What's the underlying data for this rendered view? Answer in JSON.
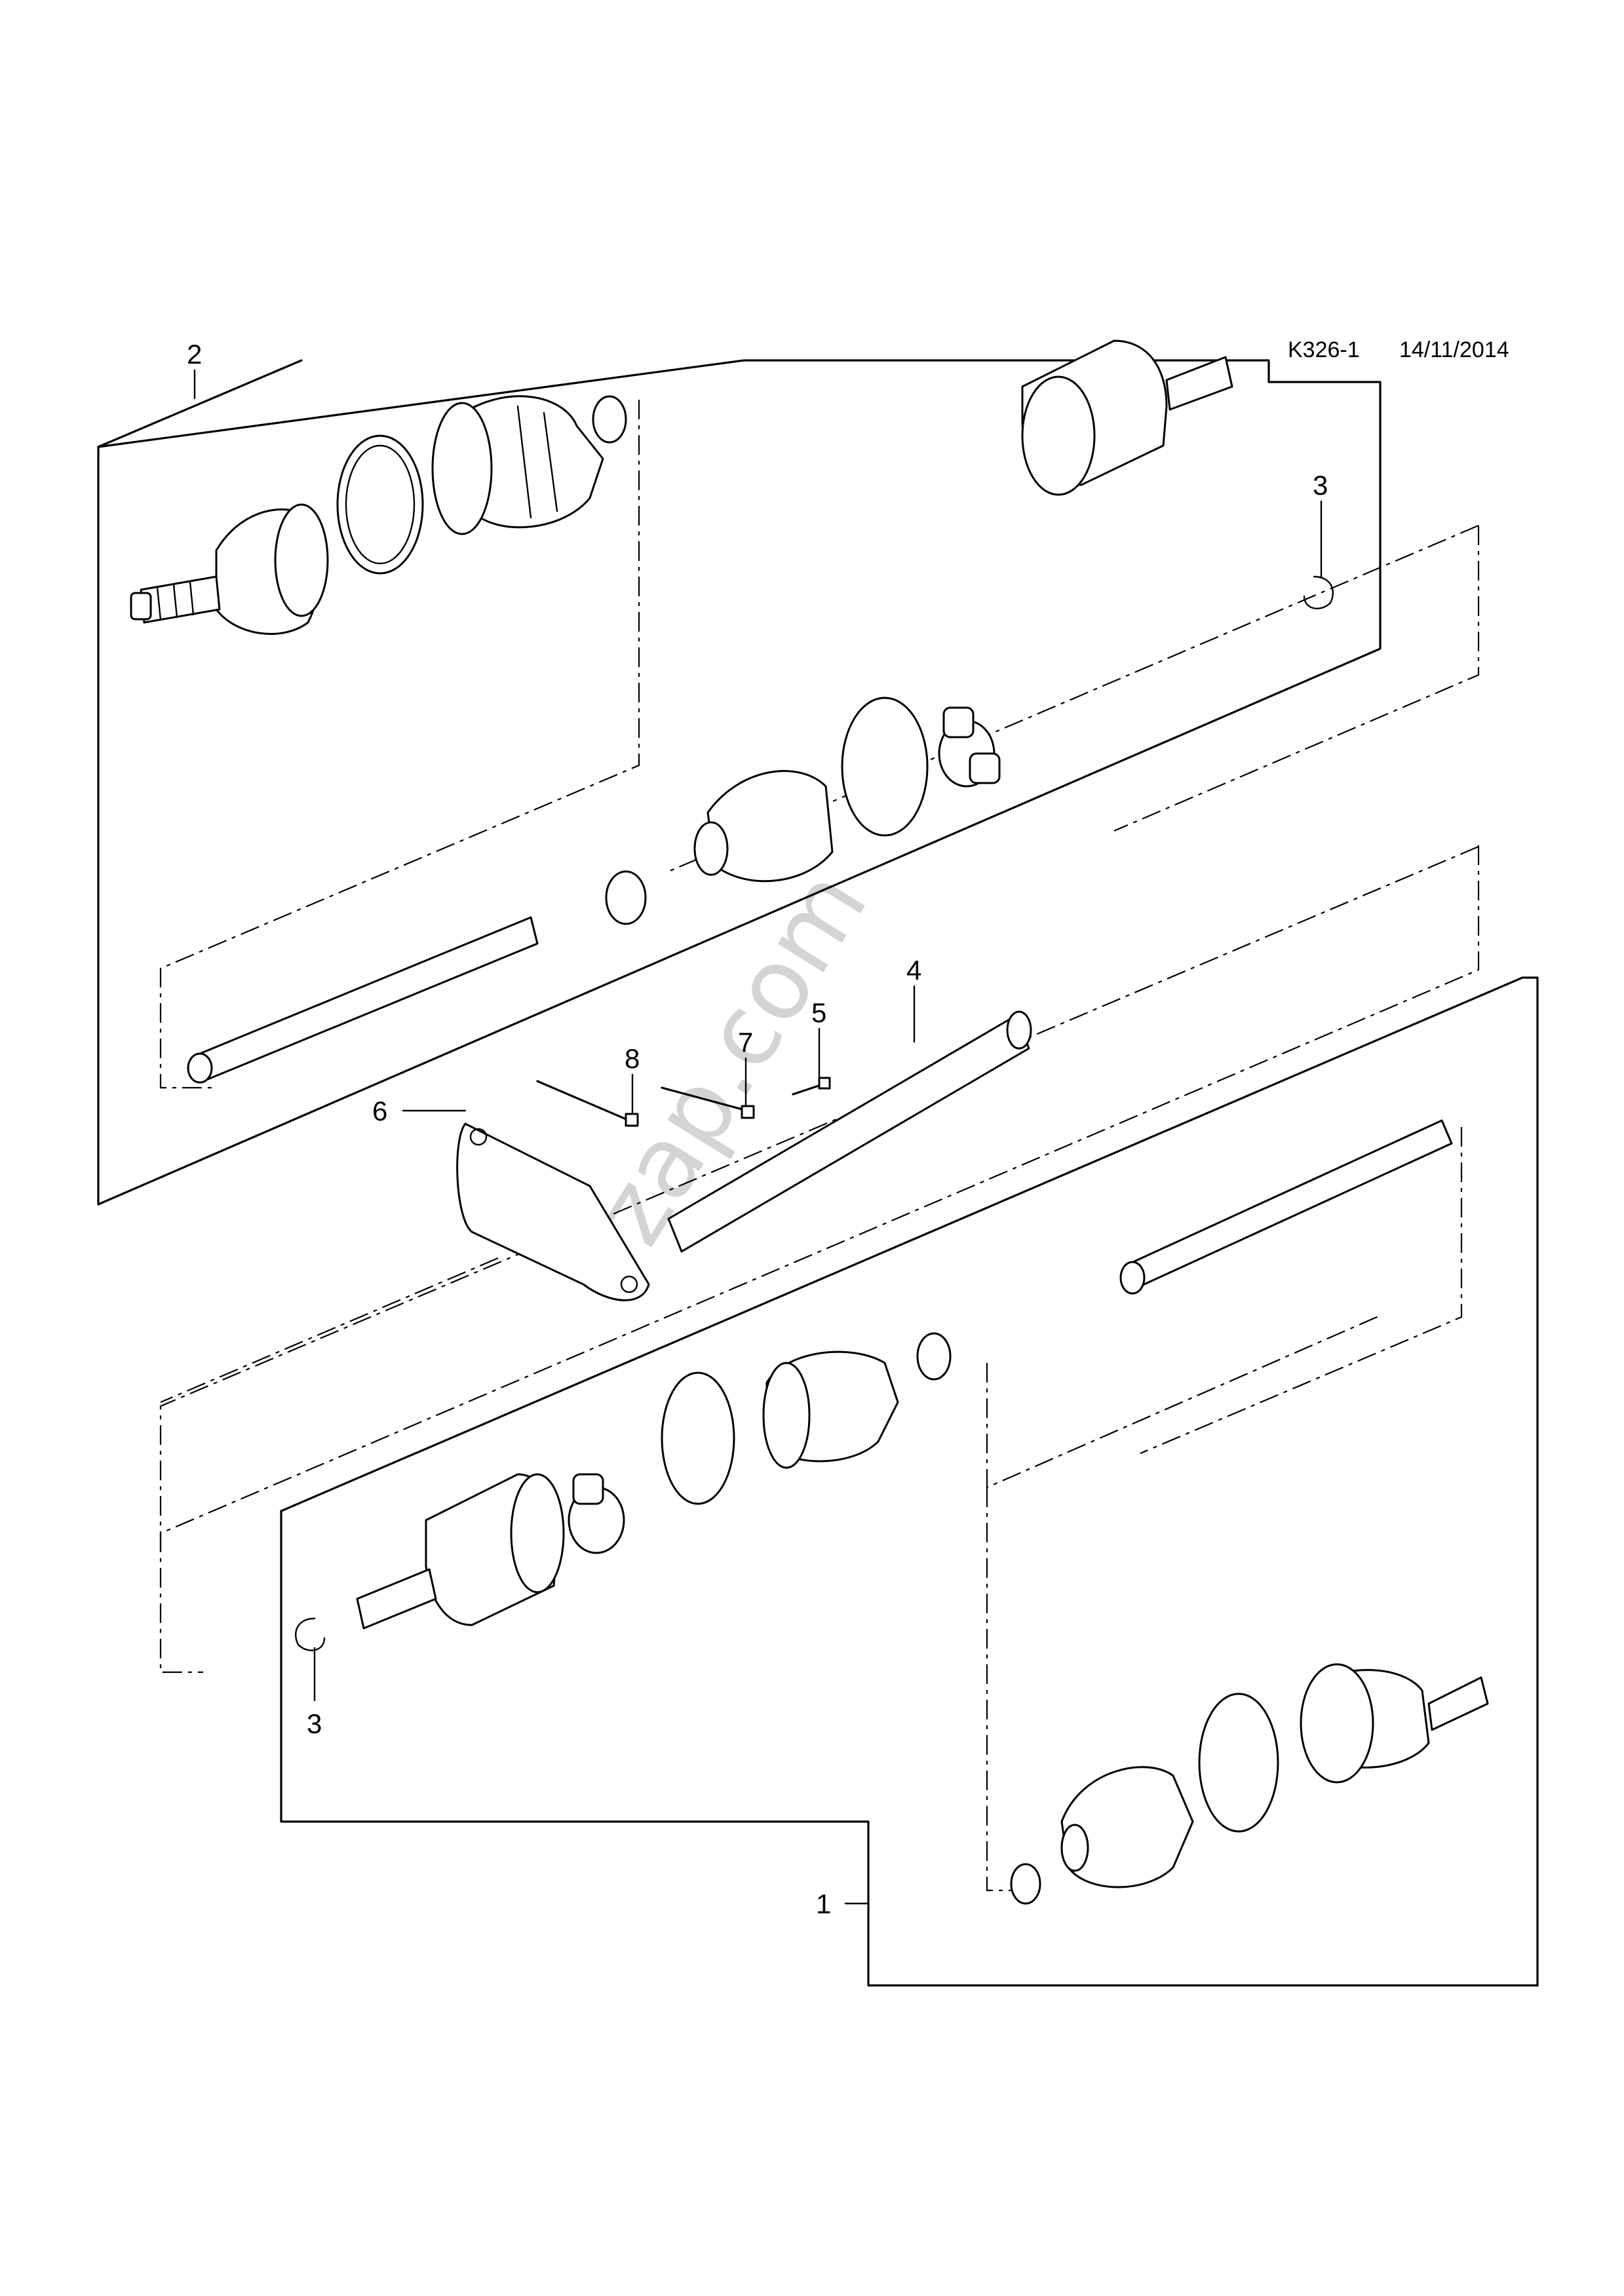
{
  "header": {
    "diagram_code": "K326-1",
    "date": "14/11/2014"
  },
  "watermark": "7zap.com",
  "callouts": [
    {
      "id": "c2",
      "label": "2"
    },
    {
      "id": "c3a",
      "label": "3"
    },
    {
      "id": "c4",
      "label": "4"
    },
    {
      "id": "c5",
      "label": "5"
    },
    {
      "id": "c7",
      "label": "7"
    },
    {
      "id": "c8",
      "label": "8"
    },
    {
      "id": "c6",
      "label": "6"
    },
    {
      "id": "c3b",
      "label": "3"
    },
    {
      "id": "c1",
      "label": "1"
    }
  ],
  "colors": {
    "line": "#000000",
    "background": "#ffffff",
    "watermark": "#d4d4d4"
  }
}
